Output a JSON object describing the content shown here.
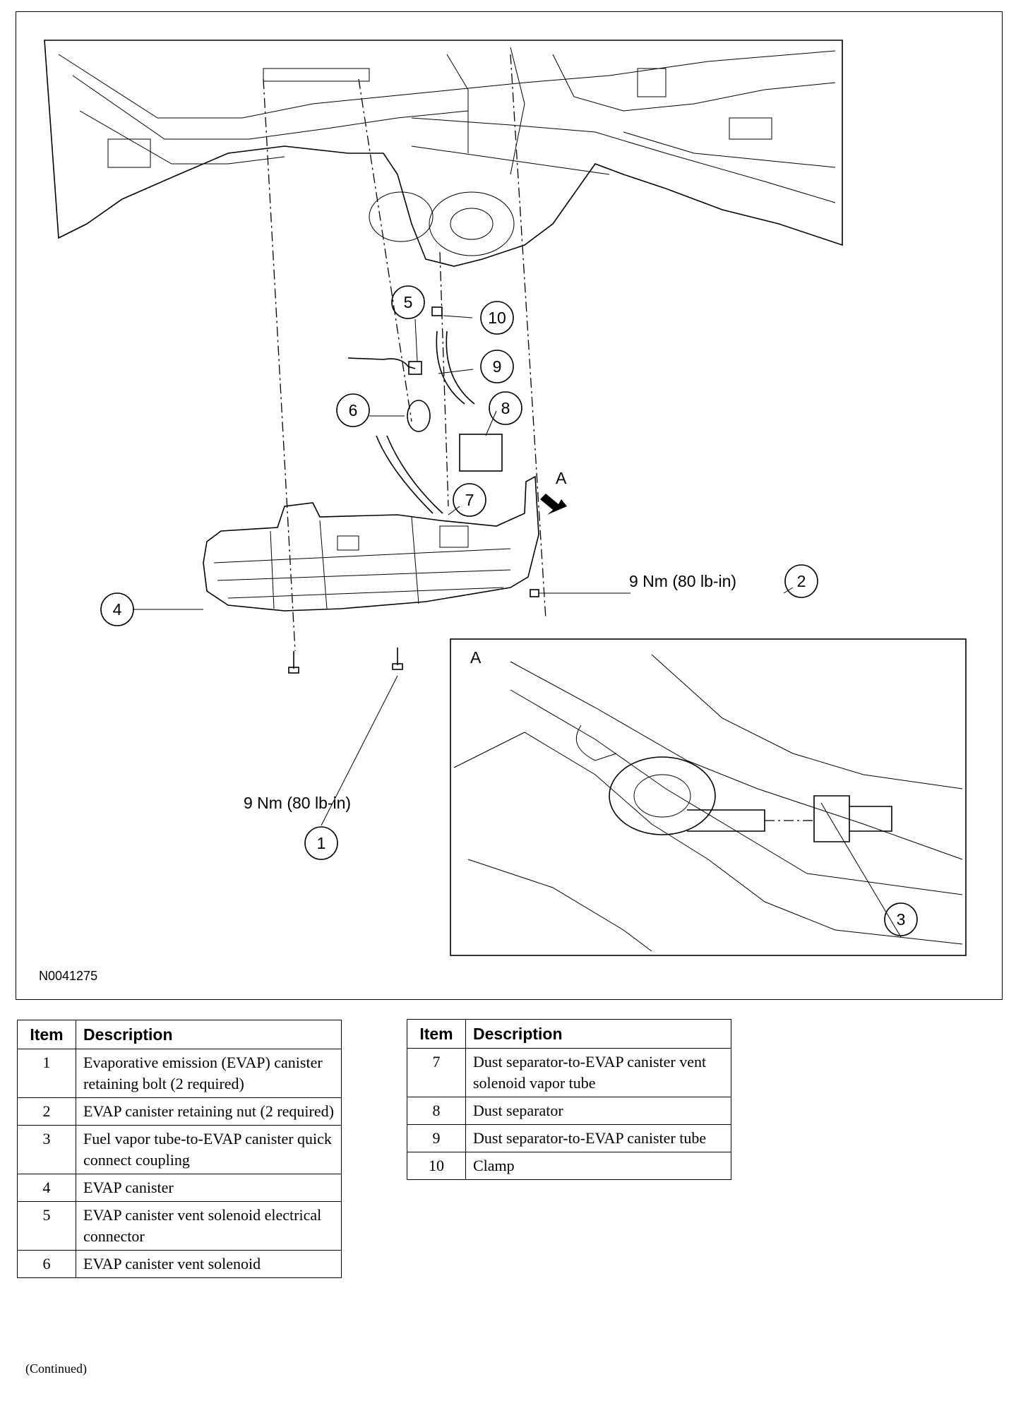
{
  "figure": {
    "id": "N0041275",
    "torque_upper": "9 Nm (80 lb-in)",
    "torque_lower": "9 Nm (80 lb-in)",
    "view_label_main": "A",
    "view_label_inset": "A",
    "callouts": [
      "1",
      "2",
      "3",
      "4",
      "5",
      "6",
      "7",
      "8",
      "9",
      "10"
    ]
  },
  "table_left": {
    "headers": {
      "item": "Item",
      "description": "Description"
    },
    "rows": [
      {
        "item": "1",
        "description": "Evaporative emission (EVAP) canister retaining bolt (2 required)"
      },
      {
        "item": "2",
        "description": "EVAP canister retaining nut (2 required)"
      },
      {
        "item": "3",
        "description": "Fuel vapor tube-to-EVAP canister quick connect coupling"
      },
      {
        "item": "4",
        "description": "EVAP canister"
      },
      {
        "item": "5",
        "description": "EVAP canister vent solenoid electrical connector"
      },
      {
        "item": "6",
        "description": "EVAP canister vent solenoid"
      }
    ]
  },
  "table_right": {
    "headers": {
      "item": "Item",
      "description": "Description"
    },
    "rows": [
      {
        "item": "7",
        "description": "Dust separator-to-EVAP canister vent solenoid vapor tube"
      },
      {
        "item": "8",
        "description": "Dust separator"
      },
      {
        "item": "9",
        "description": "Dust separator-to-EVAP canister tube"
      },
      {
        "item": "10",
        "description": "Clamp"
      }
    ]
  },
  "footer": {
    "continued": "(Continued)"
  }
}
